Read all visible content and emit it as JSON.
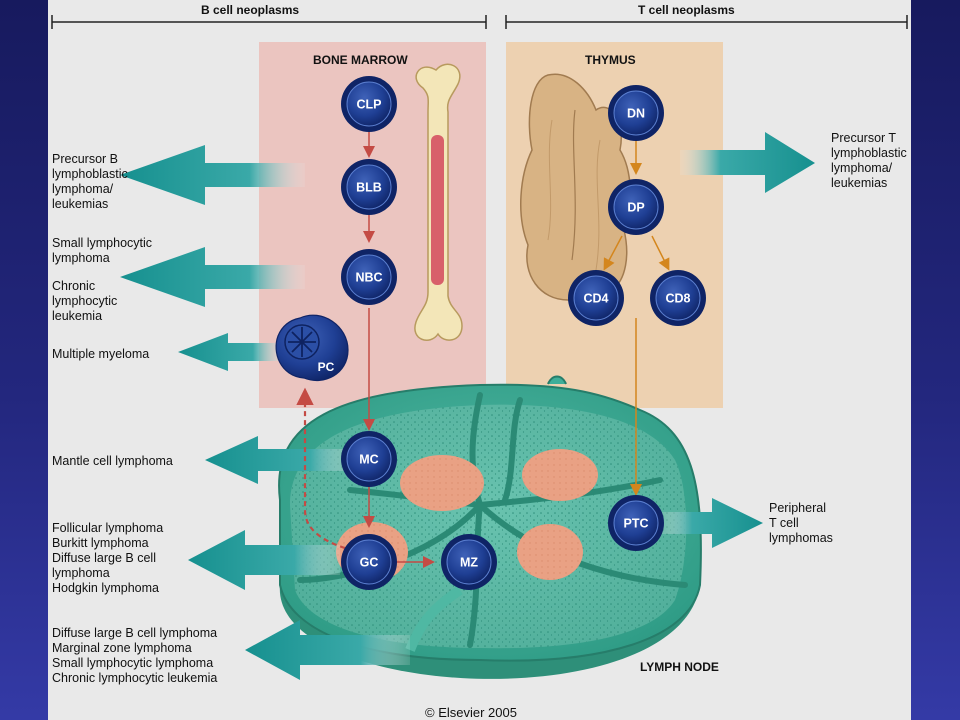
{
  "headers": {
    "b_cell": "B cell neoplasms",
    "t_cell": "T cell neoplasms"
  },
  "regions": {
    "bone_marrow": "BONE MARROW",
    "thymus": "THYMUS",
    "lymph_node": "LYMPH NODE"
  },
  "cells": {
    "clp": "CLP",
    "blb": "BLB",
    "nbc": "NBC",
    "pc": "PC",
    "mc": "MC",
    "gc": "GC",
    "mz": "MZ",
    "dn": "DN",
    "dp": "DP",
    "cd4": "CD4",
    "cd8": "CD8",
    "ptc": "PTC"
  },
  "neoplasms": {
    "precursor_b": "Precursor B\nlymphoblastic\nlymphoma/\nleukemias",
    "small_lymphocytic": "Small lymphocytic\nlymphoma",
    "chronic_lymphocytic": "Chronic\nlymphocytic\nleukemia",
    "multiple_myeloma": "Multiple myeloma",
    "mantle_cell": "Mantle cell lymphoma",
    "germinal_center": "Follicular lymphoma\nBurkitt lymphoma\nDiffuse large B cell\n      lymphoma\nHodgkin lymphoma",
    "marginal_zone": "Diffuse large B cell lymphoma\nMarginal zone lymphoma\nSmall lymphocytic lymphoma\nChronic lymphocytic leukemia",
    "precursor_t": "Precursor T\nlymphoblastic\nlymphoma/\nleukemias",
    "peripheral_t": "Peripheral\nT cell\nlymphomas"
  },
  "copyright": "© Elsevier 2005",
  "colors": {
    "background": "#1c1f6e",
    "panel": "#e9e9e9",
    "bone_marrow_fill": "#ebc5c0",
    "thymus_fill": "#edd1b1",
    "lymph_node": "#3fae99",
    "follicle": "#e9a184",
    "cell": "#1f3f94",
    "arrow": "#1a9496",
    "b_path": "#c44b44",
    "t_path": "#d4861d"
  }
}
